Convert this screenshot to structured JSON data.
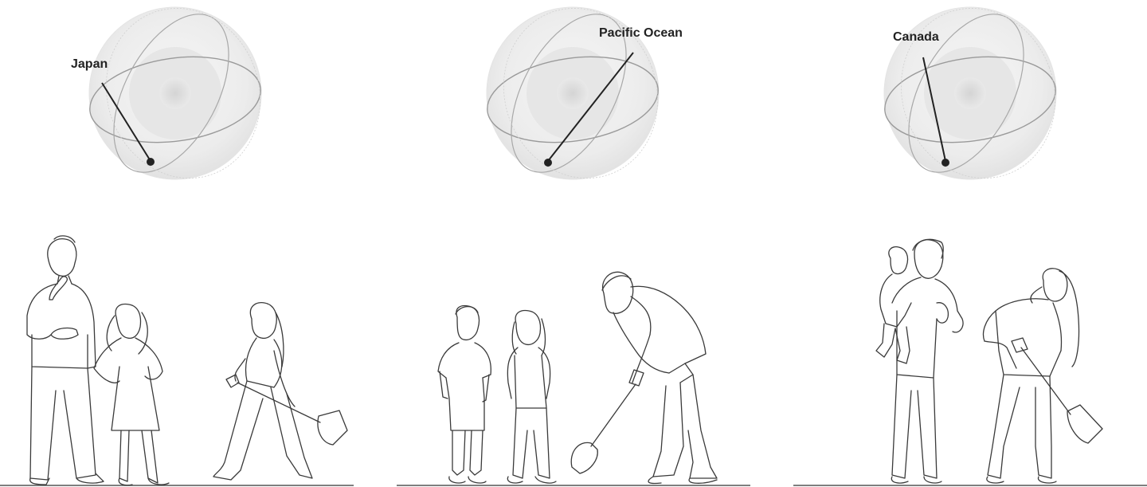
{
  "panels": [
    {
      "place": "Japan"
    },
    {
      "place": "Pacific Ocean"
    },
    {
      "place": "Canada"
    }
  ],
  "colors": {
    "ink": "#222222",
    "globe_shell": "#efefef",
    "globe_core": "#dedede"
  }
}
